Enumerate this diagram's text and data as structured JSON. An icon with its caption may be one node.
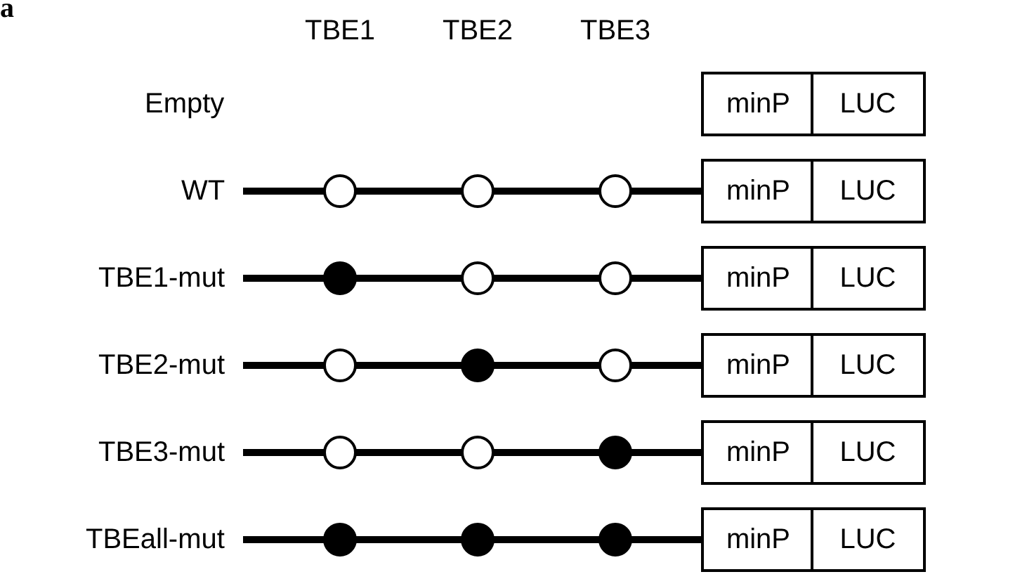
{
  "diagram": {
    "nodes": [
      {
        "text": [
          "minP"
        ]
      },
      {
        "text": [
          "LUC"
        ]
      },
      {
        "text": [],
        "shape": "circle"
      },
      {
        "text": [],
        "shape": "circle"
      },
      {
        "text": [],
        "shape": "circle"
      },
      {
        "text": [
          "minP"
        ]
      },
      {
        "text": [
          "LUC"
        ]
      },
      {
        "text": [],
        "shape": "dot"
      },
      {
        "text": [],
        "shape": "circle"
      },
      {
        "text": [],
        "shape": "circle"
      },
      {
        "text": [
          "minP"
        ]
      },
      {
        "text": [
          "LUC"
        ]
      },
      {
        "text": [],
        "shape": "circle"
      },
      {
        "text": [],
        "shape": "dot"
      },
      {
        "text": [],
        "shape": "circle"
      },
      {
        "text": [
          "minP"
        ]
      },
      {
        "text": [
          "LUC"
        ]
      },
      {
        "text": [],
        "shape": "circle"
      },
      {
        "text": [],
        "shape": "circle"
      },
      {
        "text": [],
        "shape": "dot"
      },
      {
        "text": [
          "minP"
        ]
      },
      {
        "text": [
          "LUC"
        ]
      },
      {
        "text": [],
        "shape": "dot"
      },
      {
        "text": [],
        "shape": "dot"
      },
      {
        "text": [],
        "shape": "dot"
      },
      {
        "text": [
          "minP"
        ]
      },
      {
        "text": [
          "LUC"
        ]
      }
    ],
    "edges": [
      {
        "from": null,
        "to": 2,
        "arrow": "none"
      },
      {
        "from": 2,
        "to": 3,
        "arrow": "none"
      },
      {
        "from": 3,
        "to": 4,
        "arrow": "none"
      },
      {
        "from": 4,
        "to": 5,
        "arrow": "none"
      },
      {
        "from": null,
        "to": 7,
        "arrow": "none"
      },
      {
        "from": 7,
        "to": 8,
        "arrow": "none"
      },
      {
        "from": 8,
        "to": 9,
        "arrow": "none"
      },
      {
        "from": 9,
        "to": 10,
        "arrow": "none"
      },
      {
        "from": null,
        "to": 12,
        "arrow": "none"
      },
      {
        "from": 12,
        "to": 13,
        "arrow": "none"
      },
      {
        "from": 13,
        "to": 14,
        "arrow": "none"
      },
      {
        "from": 14,
        "to": 15,
        "arrow": "none"
      },
      {
        "from": null,
        "to": 17,
        "arrow": "none"
      },
      {
        "from": 17,
        "to": 18,
        "arrow": "none"
      },
      {
        "from": 18,
        "to": 19,
        "arrow": "none"
      },
      {
        "from": 19,
        "to": 20,
        "arrow": "none"
      },
      {
        "from": null,
        "to": 22,
        "arrow": "none"
      },
      {
        "from": 22,
        "to": 23,
        "arrow": "none"
      },
      {
        "from": 23,
        "to": 24,
        "arrow": "none"
      },
      {
        "from": 24,
        "to": 25,
        "arrow": "none"
      }
    ],
    "labels": [
      "a",
      "TBE1",
      "TBE2",
      "TBE3",
      "Empty",
      "WT",
      "TBE1-mut",
      "TBE2-mut",
      "TBE3-mut",
      "TBEall-mut"
    ]
  }
}
